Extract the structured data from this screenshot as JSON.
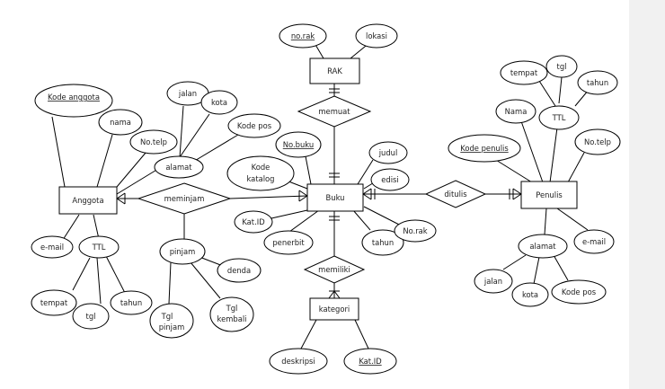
{
  "diagram": {
    "entities": {
      "rak": "RAK",
      "anggota": "Anggota",
      "buku": "Buku",
      "penulis": "Penulis",
      "kategori": "kategori"
    },
    "relationships": {
      "memuat": "memuat",
      "meminjam": "meminjam",
      "ditulis": "ditulis",
      "memiliki": "memiliki"
    },
    "attributes": {
      "rak_no": "no.rak",
      "rak_lokasi": "lokasi",
      "anggota_kode": "Kode anggota",
      "anggota_nama": "nama",
      "anggota_notelp": "No.telp",
      "anggota_alamat": "alamat",
      "anggota_jalan": "jalan",
      "anggota_kota": "kota",
      "anggota_kodepos": "Kode pos",
      "anggota_email": "e-mail",
      "anggota_ttl": "TTL",
      "anggota_tempat": "tempat",
      "anggota_tgl": "tgl",
      "anggota_tahun": "tahun",
      "pinjam": "pinjam",
      "denda": "denda",
      "tgl_pinjam_1": "Tgl",
      "tgl_pinjam_2": "pinjam",
      "tgl_kembali_1": "Tgl",
      "tgl_kembali_2": "kembali",
      "buku_no": "No.buku",
      "buku_judul": "judul",
      "buku_edisi": "edisi",
      "buku_katalog_1": "Kode",
      "buku_katalog_2": "katalog",
      "buku_katid": "Kat.ID",
      "buku_penerbit": "penerbit",
      "buku_tahun": "tahun",
      "buku_norak": "No.rak",
      "kat_deskripsi": "deskripsi",
      "kat_id": "Kat.ID",
      "penulis_kode": "Kode penulis",
      "penulis_nama": "Nama",
      "penulis_ttl": "TTL",
      "penulis_tempat": "tempat",
      "penulis_tgl": "tgl",
      "penulis_tahun": "tahun",
      "penulis_notelp": "No.telp",
      "penulis_alamat": "alamat",
      "penulis_email": "e-mail",
      "penulis_jalan": "jalan",
      "penulis_kota": "kota",
      "penulis_kodepos": "Kode pos"
    }
  }
}
